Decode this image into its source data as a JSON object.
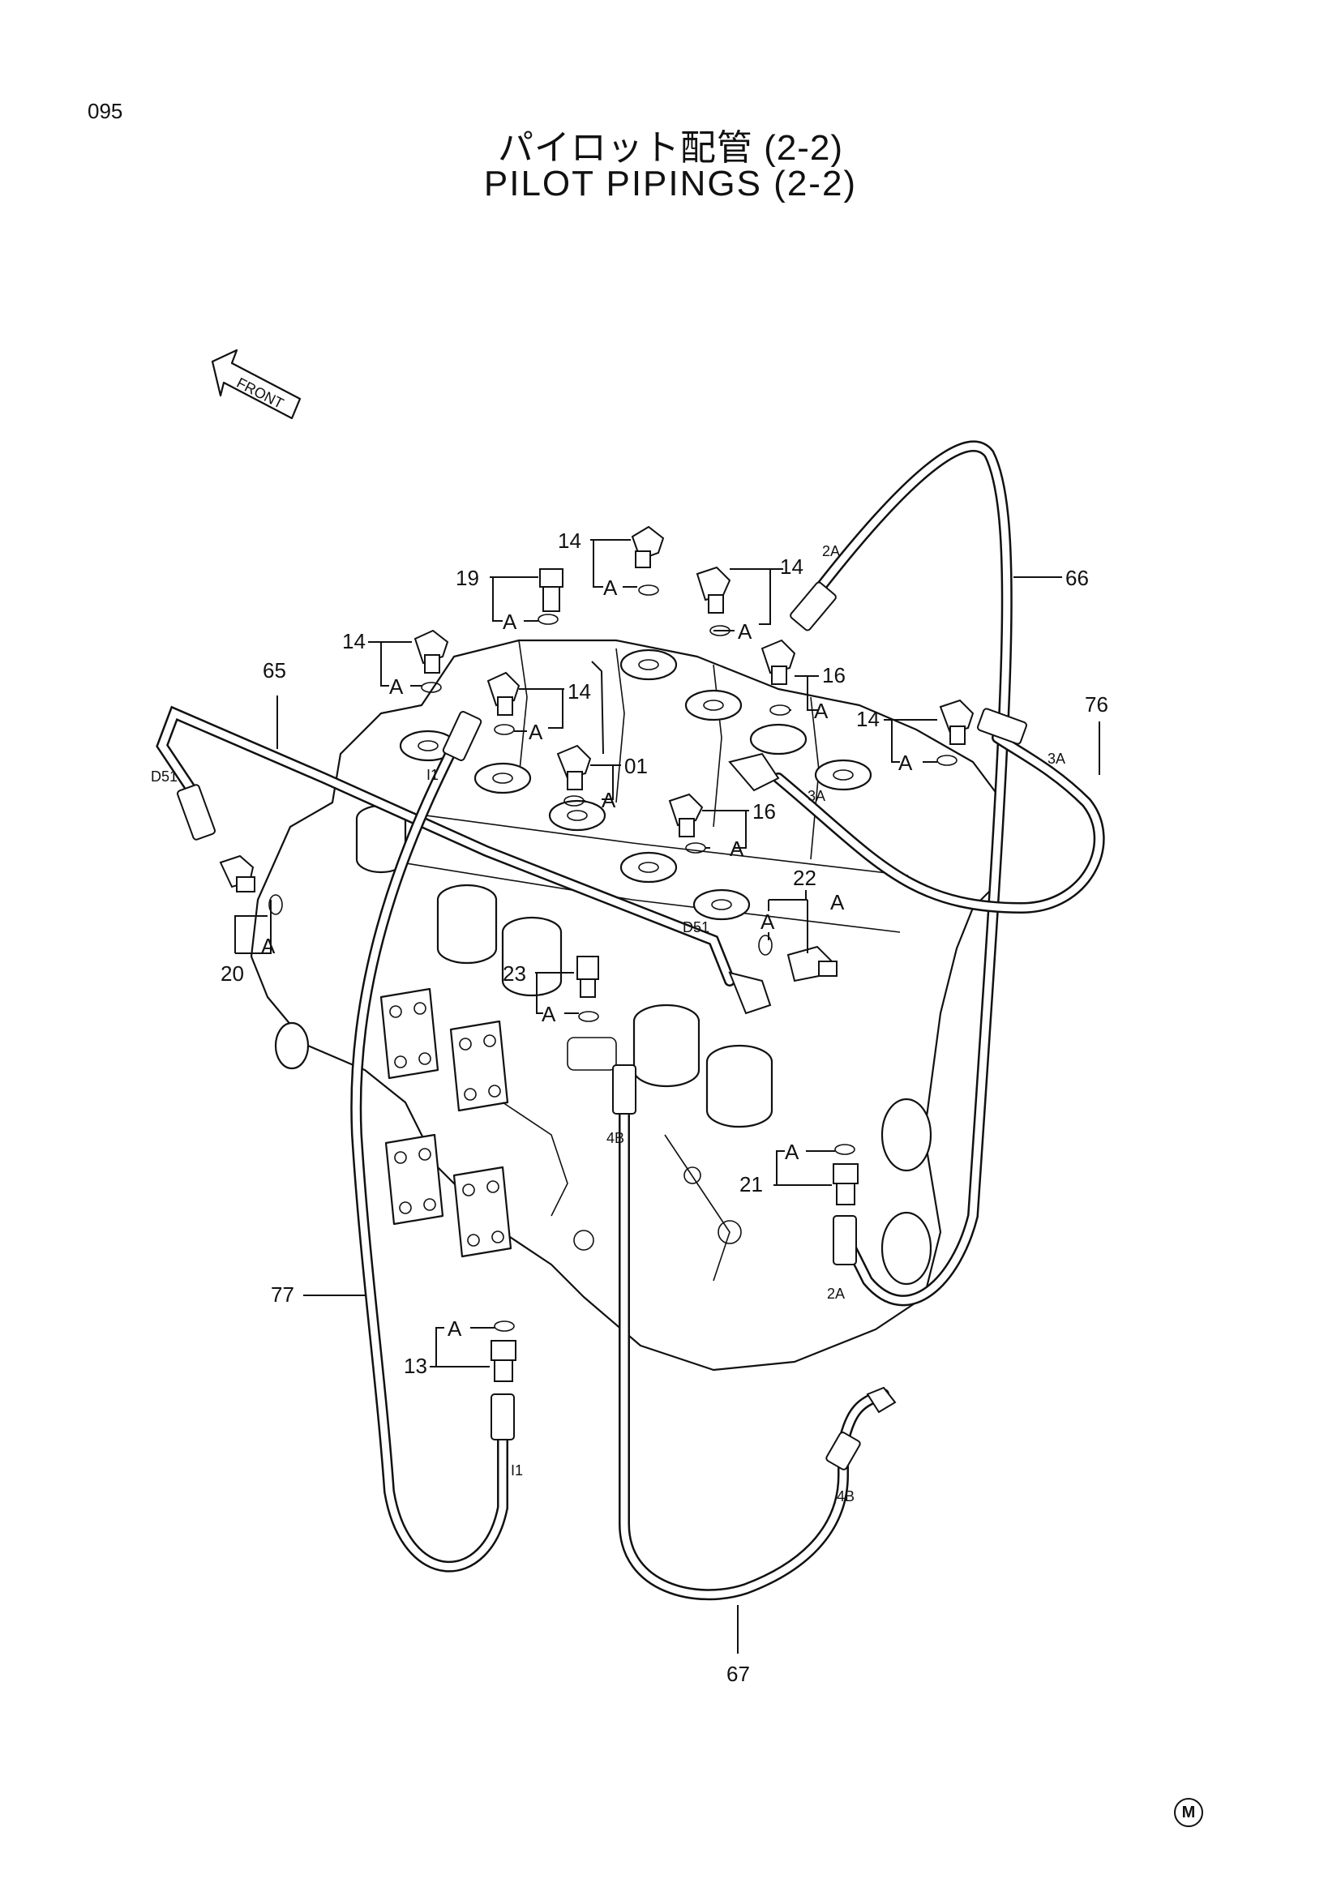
{
  "page_number": "095",
  "title_jp": "パイロット配管 (2-2)",
  "title_en": "PILOT PIPINGS (2-2)",
  "front_label": "FRONT",
  "manufacturer_mark": "M",
  "callouts": {
    "p01": "01",
    "p13": "13",
    "p14a": "14",
    "p14b": "14",
    "p14c": "14",
    "p14d": "14",
    "p14e": "14",
    "p16a": "16",
    "p16b": "16",
    "p19": "19",
    "p20": "20",
    "p21": "21",
    "p22": "22",
    "p23": "23",
    "p65": "65",
    "p66": "66",
    "p67": "67",
    "p76": "76",
    "p77": "77"
  },
  "port_labels": {
    "a1": "A",
    "a2": "A",
    "a3": "A",
    "a4": "A",
    "a5": "A",
    "a6": "A",
    "a7": "A",
    "a8": "A",
    "a9": "A",
    "a10": "A",
    "a11": "A",
    "a12": "A",
    "a13": "A",
    "a14": "A",
    "a15": "A",
    "d51a": "D51",
    "d51b": "D51",
    "twoA_a": "2A",
    "twoA_b": "2A",
    "threeA_a": "3A",
    "threeA_b": "3A",
    "fourB_a": "4B",
    "fourB_b": "4B",
    "i1a": "I1",
    "i1b": "I1"
  }
}
